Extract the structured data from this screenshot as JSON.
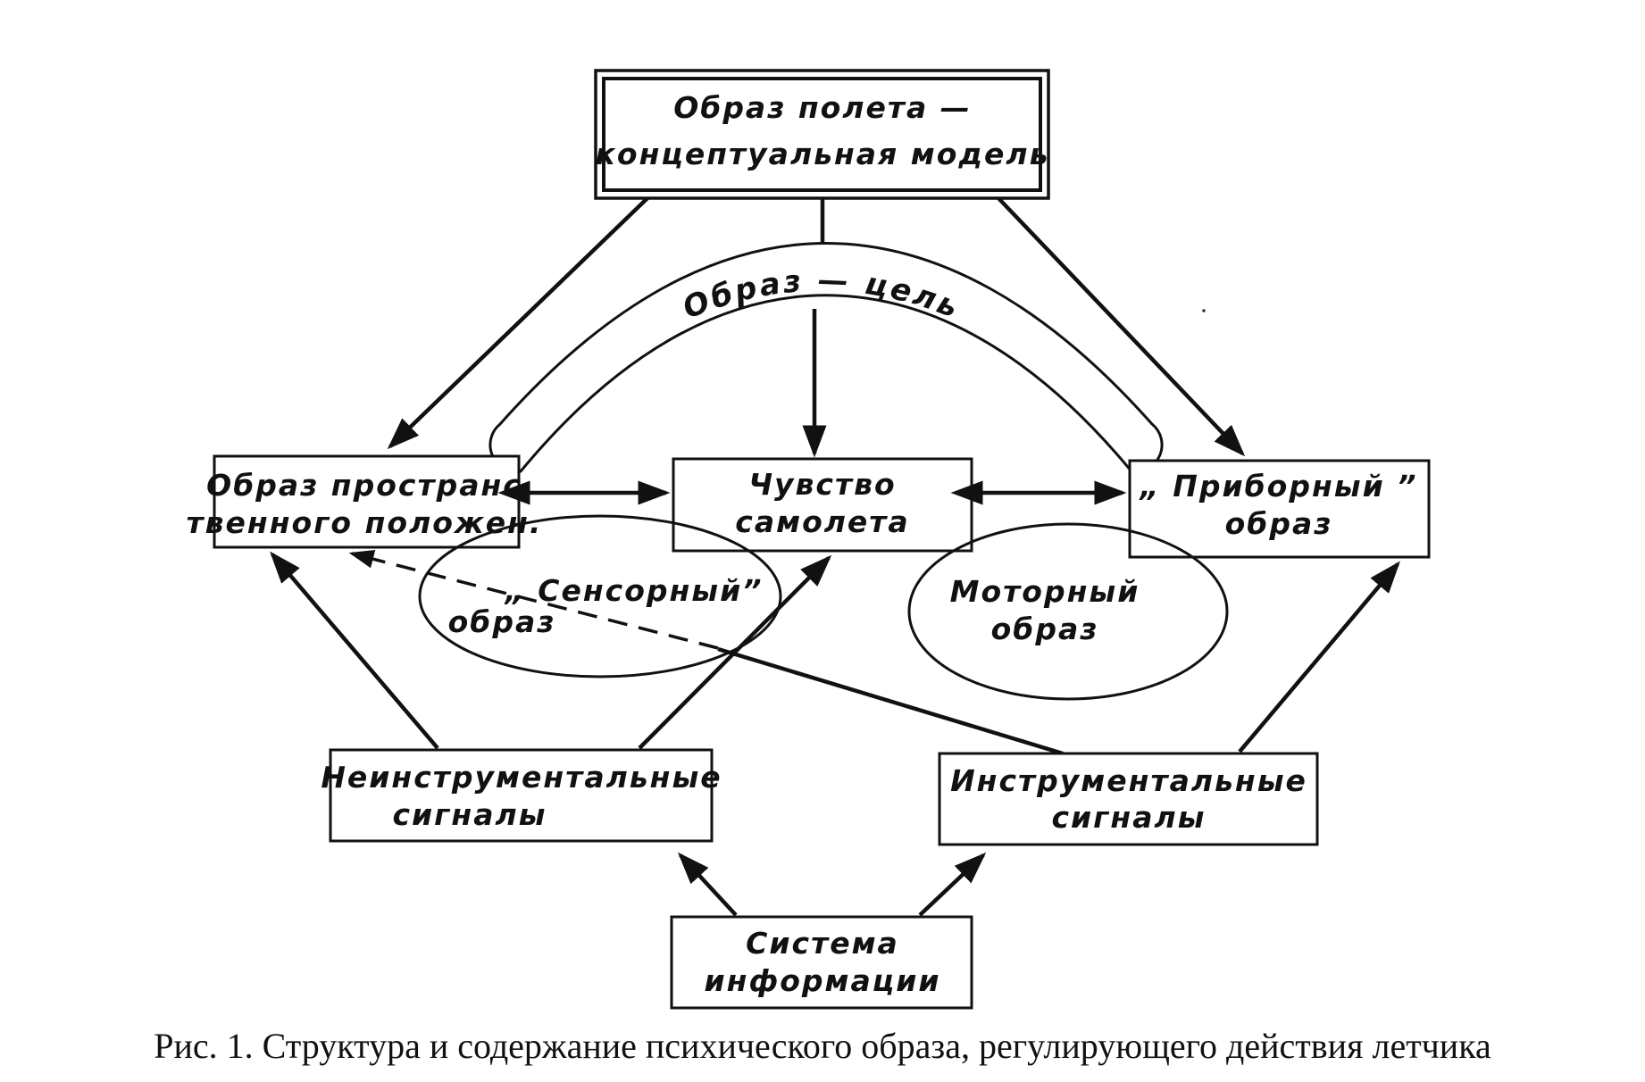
{
  "nodes": {
    "concept_model": {
      "line1": "Образ полета —",
      "line2": "концептуальная модель"
    },
    "goal_arc": {
      "label": "Образ — цель"
    },
    "spatial_image": {
      "line1": "Образ пространс",
      "line2": "твенного положен."
    },
    "aircraft_feel": {
      "line1": "Чувство",
      "line2": "самолета"
    },
    "instrument_image": {
      "line1": "„ Приборный ”",
      "line2": "образ"
    },
    "sensory_image": {
      "line1": "„ Сенсорный”",
      "line2": "образ"
    },
    "motor_image": {
      "line1": "Моторный",
      "line2": "образ"
    },
    "noninstrumental_signals": {
      "line1": "Неинструментальные",
      "line2": "сигналы"
    },
    "instrumental_signals": {
      "line1": "Инструментальные",
      "line2": "сигналы"
    },
    "info_system": {
      "line1": "Система",
      "line2": "информации"
    }
  },
  "caption": "Рис. 1. Структура и содержание психического образа, регулирующего действия летчика"
}
